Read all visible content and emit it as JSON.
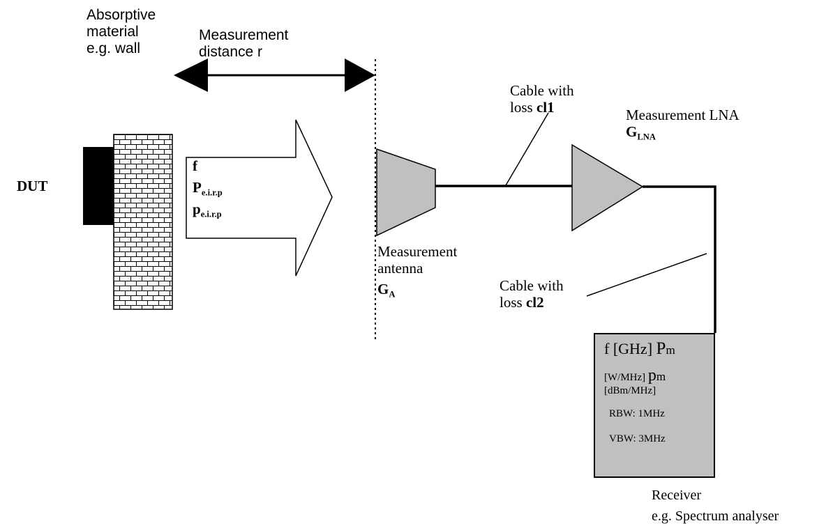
{
  "wall": {
    "label_line1": "Absorptive",
    "label_line2": "material",
    "label_line3": "e.g. wall"
  },
  "distance": {
    "label_line1": "Measurement",
    "label_line2": "distance r"
  },
  "dut": {
    "label": "DUT"
  },
  "emission": {
    "freq": "f",
    "peirp_main": "P",
    "peirp_sub": "e.i.r.p",
    "pdens_main": "p",
    "pdens_sub": "e.i.r.p"
  },
  "cable1": {
    "label_line1": "Cable with",
    "label_prefix": "loss ",
    "label_bold": "cl1"
  },
  "lna": {
    "label_line1": "Measurement LNA",
    "gain_main": "G",
    "gain_sub": "LNA"
  },
  "antenna": {
    "label_line1": "Measurement",
    "label_line2": "antenna",
    "gain_main": "G",
    "gain_sub": "A"
  },
  "cable2": {
    "label_line1": "Cable with",
    "label_prefix": "loss ",
    "label_bold": "cl2"
  },
  "receiver": {
    "line1_a": "f [GHz] ",
    "line1_b": "P",
    "line1_sub": "m",
    "line2_a": "[W/MHz] ",
    "line2_b": "p",
    "line2_sub": "m",
    "line3": "[dBm/MHz]",
    "rbw": "RBW: 1MHz",
    "vbw": "VBW: 3MHz",
    "caption_line1": "Receiver",
    "caption_line2": "e.g. Spectrum analyser"
  }
}
